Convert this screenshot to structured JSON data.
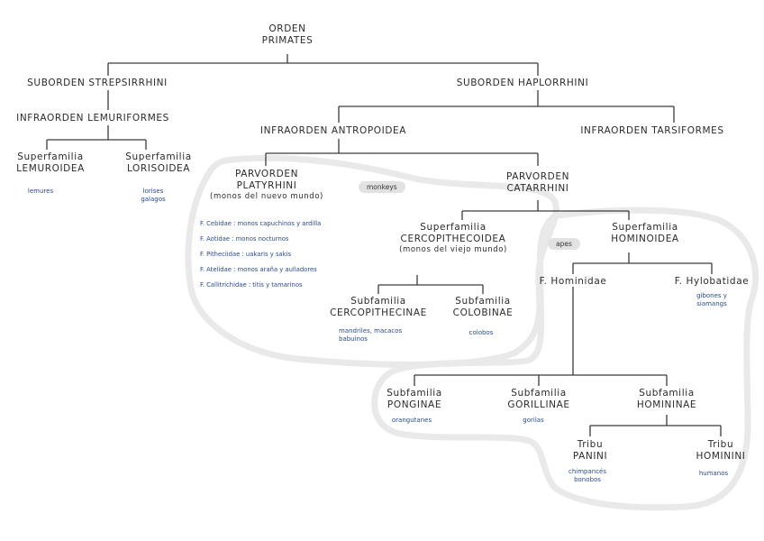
{
  "root": {
    "line1": "ORDEN",
    "line2": "PRIMATES"
  },
  "strepsirrhini": {
    "label": "SUBORDEN STREPSIRRHINI",
    "infraorder": "INFRAORDEN LEMURIFORMES",
    "lemuroidea": {
      "line1": "Superfamilia",
      "line2": "LEMUROIDEA",
      "note": "lemures"
    },
    "lorisoidea": {
      "line1": "Superfamilia",
      "line2": "LORISOIDEA",
      "note1": "lorises",
      "note2": "galagos"
    }
  },
  "haplorrhini": {
    "label": "SUBORDEN HAPLORRHINI",
    "antropoidea": "INFRAORDEN ANTROPOIDEA",
    "tarsiformes": "INFRAORDEN TARSIFORMES"
  },
  "platyrrhini": {
    "line1": "PARVORDEN",
    "line2": "PLATYRHINI",
    "line3": "(monos del nuevo mundo)",
    "pill": "monkeys",
    "families": [
      "F. Cebidae : monos capuchinos y ardilla",
      "F. Aotidae : monos nocturnos",
      "F. Pitheciidae : uakaris y sakis",
      "F. Atelidae : monos araña y aulladores",
      "F. Callitrichidae : titis y tamarinos"
    ]
  },
  "catarrhini": {
    "line1": "PARVORDEN",
    "line2": "CATARRHINI"
  },
  "cercopithecoidea": {
    "line1": "Superfamilia",
    "line2": "CERCOPITHECOIDEA",
    "line3": "(monos del viejo mundo)"
  },
  "cercopithecinae": {
    "line1": "Subfamilia",
    "line2": "CERCOPITHECINAE",
    "note1": "mandriles, macacos",
    "note2": "babuinos"
  },
  "colobinae": {
    "line1": "Subfamilia",
    "line2": "COLOBINAE",
    "note": "colobos"
  },
  "hominoidea": {
    "line1": "Superfamilia",
    "line2": "HOMINOIDEA",
    "pill": "apes"
  },
  "hominidae": {
    "label": "F. Hominidae"
  },
  "hylobatidae": {
    "label": "F. Hylobatidae",
    "note1": "gibones y",
    "note2": "siamangs"
  },
  "ponginae": {
    "line1": "Subfamilia",
    "line2": "PONGINAE",
    "note": "orangutanes"
  },
  "gorillinae": {
    "line1": "Subfamilia",
    "line2": "GORILLINAE",
    "note": "gorilas"
  },
  "homininae": {
    "line1": "Subfamilia",
    "line2": "HOMININAE"
  },
  "panini": {
    "line1": "Tribu",
    "line2": "PANINI",
    "note1": "chimpancés",
    "note2": "bonobos"
  },
  "hominini": {
    "line1": "Tribu",
    "line2": "HOMININI",
    "note": "humanos"
  },
  "colors": {
    "line": "#3a3a3a",
    "blob": "#e9e9e9",
    "text": "#2b2b2b",
    "note": "#2a4a8c"
  }
}
